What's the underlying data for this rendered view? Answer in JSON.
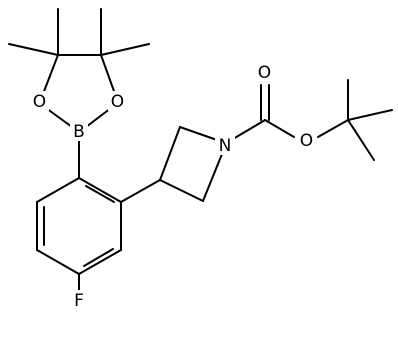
{
  "atoms": {
    "boron": "B",
    "oxygen_ring_left": "O",
    "oxygen_ring_right": "O",
    "nitrogen": "N",
    "oxygen_carbonyl": "O",
    "oxygen_ester": "O",
    "fluorine": "F"
  }
}
